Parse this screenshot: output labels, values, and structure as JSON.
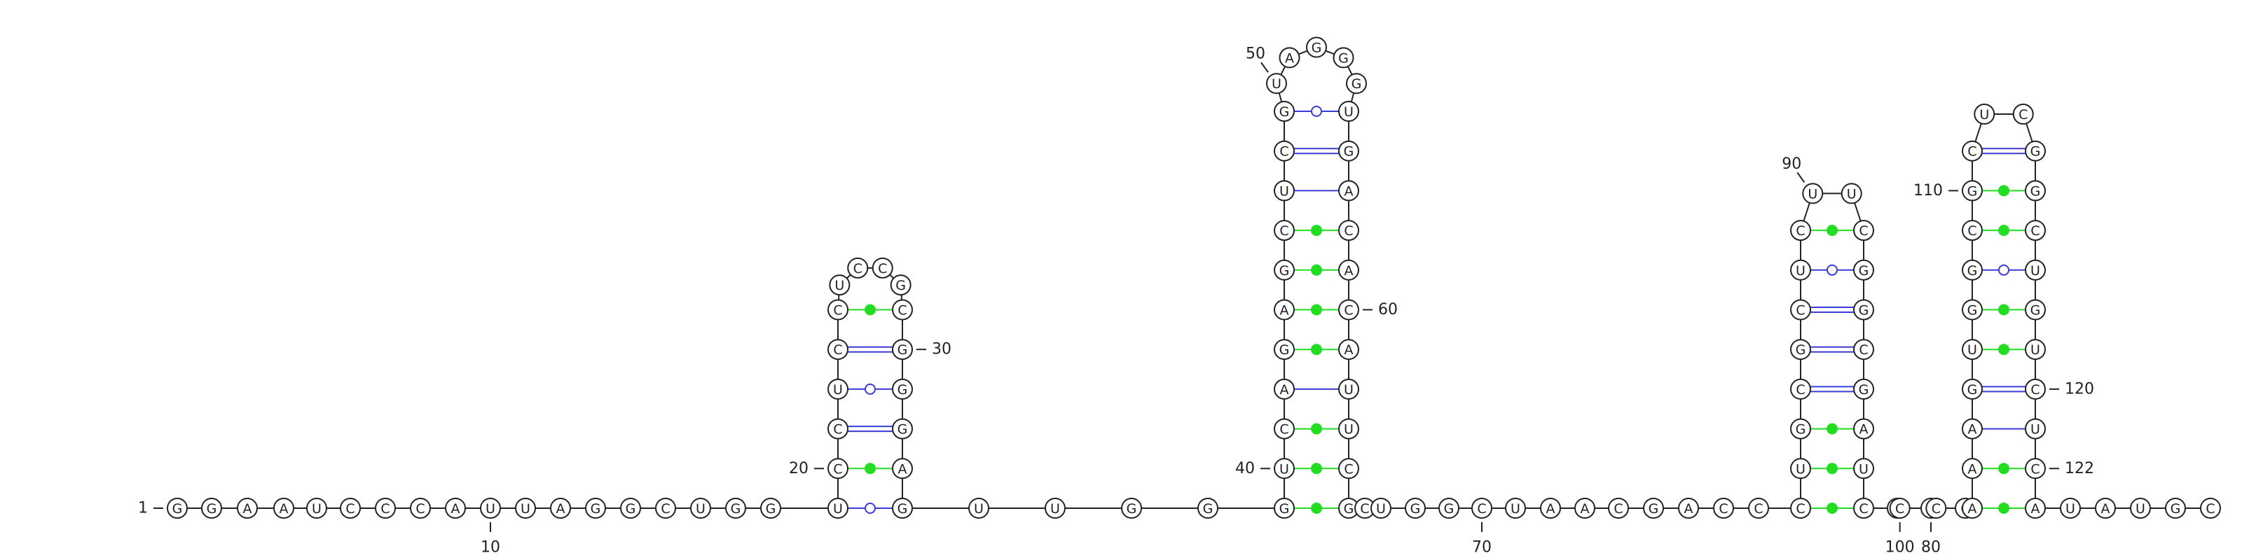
{
  "sequence": "GGAAUCCCAUUAGGCUGGUCCUCCUCCGCGGGAGUUGGGUCAGAGCUCGUAGGGUGACACAUUCGCUGGCUAACGACCAUCCUGCGCUCUUCGGCGAUCCCAAAGUGGCGCUCGGCUGUCUCAUAUGC",
  "length": 122,
  "position_labels": [
    {
      "pos": 1,
      "text": "1"
    },
    {
      "pos": 10,
      "text": "10"
    },
    {
      "pos": 20,
      "text": "20"
    },
    {
      "pos": 30,
      "text": "30"
    },
    {
      "pos": 40,
      "text": "40"
    },
    {
      "pos": 50,
      "text": "50"
    },
    {
      "pos": 60,
      "text": "60"
    },
    {
      "pos": 70,
      "text": "70"
    },
    {
      "pos": 80,
      "text": "80"
    },
    {
      "pos": 90,
      "text": "90"
    },
    {
      "pos": 100,
      "text": "100"
    },
    {
      "pos": 110,
      "text": "110"
    },
    {
      "pos": 120,
      "text": "120"
    },
    {
      "pos": 122,
      "text": "122"
    }
  ],
  "colors": {
    "watson_crick": "#3b3bd6",
    "gu_wobble": "#3b3bd6",
    "non_canonical": "#22dd22",
    "outline": "#222222"
  }
}
